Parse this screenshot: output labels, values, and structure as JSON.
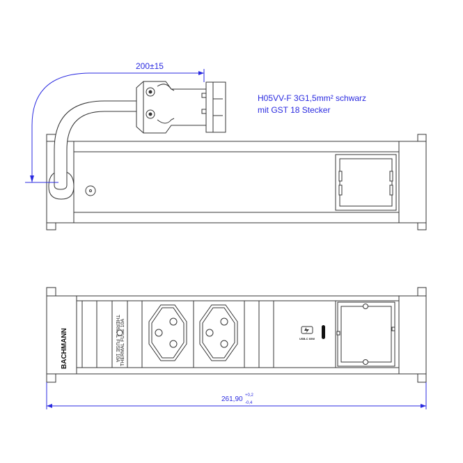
{
  "top_view": {
    "cable_length_dimension": "200±15",
    "cable_note_line1": "H05VV-F 3G1,5mm² schwarz",
    "cable_note_line2": "mit GST 18 Stecker"
  },
  "front_view": {
    "brand_logo": "BACHMANN",
    "fuse_label_upper": "THERMAL FUSE 10A",
    "fuse_label_lower": "THERMAL FUSE 10A",
    "usb_label": "USB-C 60W",
    "width_dimension": "261,90",
    "width_tolerance_upper": "+0,2",
    "width_tolerance_lower": "-0,4",
    "sockets": [
      "socket-1",
      "socket-2"
    ]
  },
  "colors": {
    "dimension": "#2a2ae0",
    "line": "#333333"
  }
}
